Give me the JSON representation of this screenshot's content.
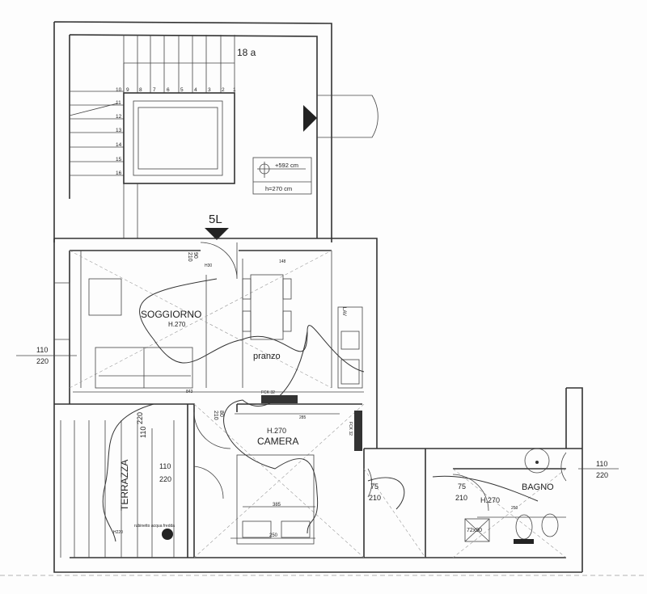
{
  "staircase": {
    "label": "18 a",
    "step_numbers_top": [
      "10",
      "9",
      "8",
      "7",
      "6",
      "5",
      "4",
      "3",
      "2",
      "1"
    ],
    "step_numbers_left": [
      "11",
      "12",
      "13",
      "14",
      "15",
      "16"
    ],
    "level_elevation": "+592 cm",
    "level_height": "h=270 cm"
  },
  "entrance_marker": "5L",
  "rooms": {
    "soggiorno": {
      "name": "SOGGIORNO",
      "height": "H.270"
    },
    "pranzo": {
      "name": "pranzo"
    },
    "camera": {
      "name": "CAMERA",
      "height": "H.270"
    },
    "terrazza": {
      "name": "TERRAZZA"
    },
    "bagno": {
      "name": "BAGNO",
      "height": "H.270"
    }
  },
  "openings": {
    "window_left": {
      "width": "110",
      "height": "220"
    },
    "window_right": {
      "width": "110",
      "height": "220"
    },
    "terrace_door_a": {
      "width": "110",
      "height": "220"
    },
    "terrace_door_b": {
      "width": "110",
      "height": "220"
    },
    "entry_door": {
      "width": "90",
      "height": "210"
    },
    "camera_door": {
      "width": "80",
      "height": "210"
    },
    "hall_door": {
      "width": "75",
      "height": "210"
    },
    "bagno_door": {
      "width": "75",
      "height": "210"
    }
  },
  "dimensions": {
    "living_length": "843",
    "kitchen_unit": "148",
    "camera_wall": "285",
    "bed_width": "385",
    "bed_bottom": "250",
    "shower": "72x90",
    "radiator": "FCK 32",
    "radiator_living": "FCK 32",
    "bathroom_width": "250",
    "socket_height": "H30",
    "terrace_tap_height": "H220"
  },
  "annotations": {
    "tap": "rubinetto acqua fredda",
    "kitchen_label": "LAV"
  }
}
